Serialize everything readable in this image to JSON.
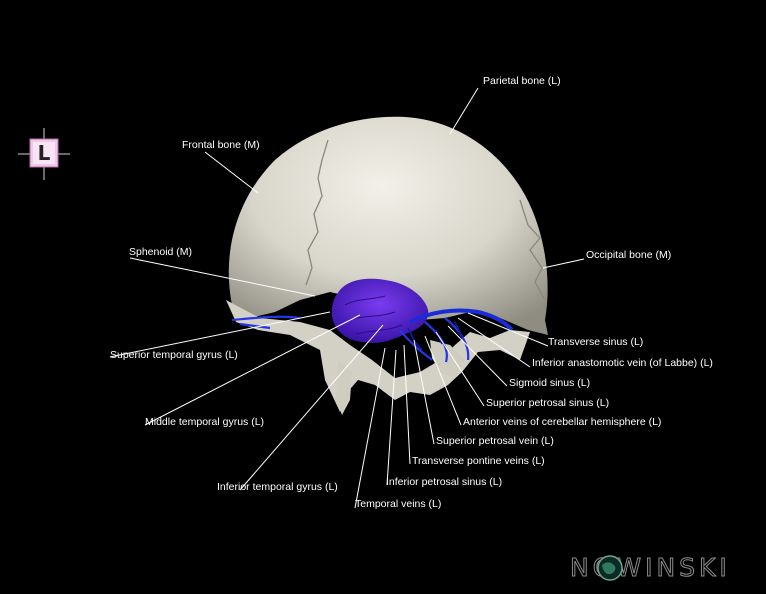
{
  "orientation_marker": {
    "letter": "L"
  },
  "labels": [
    {
      "key": "parietal",
      "text": "Parietal bone (L)"
    },
    {
      "key": "frontal",
      "text": "Frontal bone (M)"
    },
    {
      "key": "sphenoid",
      "text": "Sphenoid (M)"
    },
    {
      "key": "occipital",
      "text": "Occipital bone (M)"
    },
    {
      "key": "sup-temporal-gyrus",
      "text": "Superior temporal gyrus (L)"
    },
    {
      "key": "transverse-sinus",
      "text": "Transverse sinus (L)"
    },
    {
      "key": "labbe",
      "text": "Inferior anastomotic vein (of Labbe) (L)"
    },
    {
      "key": "sigmoid",
      "text": "Sigmoid sinus (L)"
    },
    {
      "key": "sup-petrosal-sinus",
      "text": "Superior petrosal sinus (L)"
    },
    {
      "key": "ant-cerebellar",
      "text": "Anterior veins of cerebellar hemisphere (L)"
    },
    {
      "key": "mid-temporal-gyrus",
      "text": "Middle temporal gyrus (L)"
    },
    {
      "key": "sup-petrosal-vein",
      "text": "Superior petrosal vein (L)"
    },
    {
      "key": "transverse-pontine",
      "text": "Transverse pontine veins (L)"
    },
    {
      "key": "inf-temporal-gyrus",
      "text": "Inferior temporal gyrus (L)"
    },
    {
      "key": "inf-petrosal-sinus",
      "text": "Inferior petrosal sinus (L)"
    },
    {
      "key": "temporal-veins",
      "text": "Temporal veins (L)"
    }
  ],
  "brand": {
    "text": "NOWINSKI"
  },
  "colors": {
    "bone": "#d9d6cb",
    "vessel": "#1a2bd8",
    "gyrus": "#5a1fd1",
    "label": "#ffffff",
    "background": "#000000"
  }
}
